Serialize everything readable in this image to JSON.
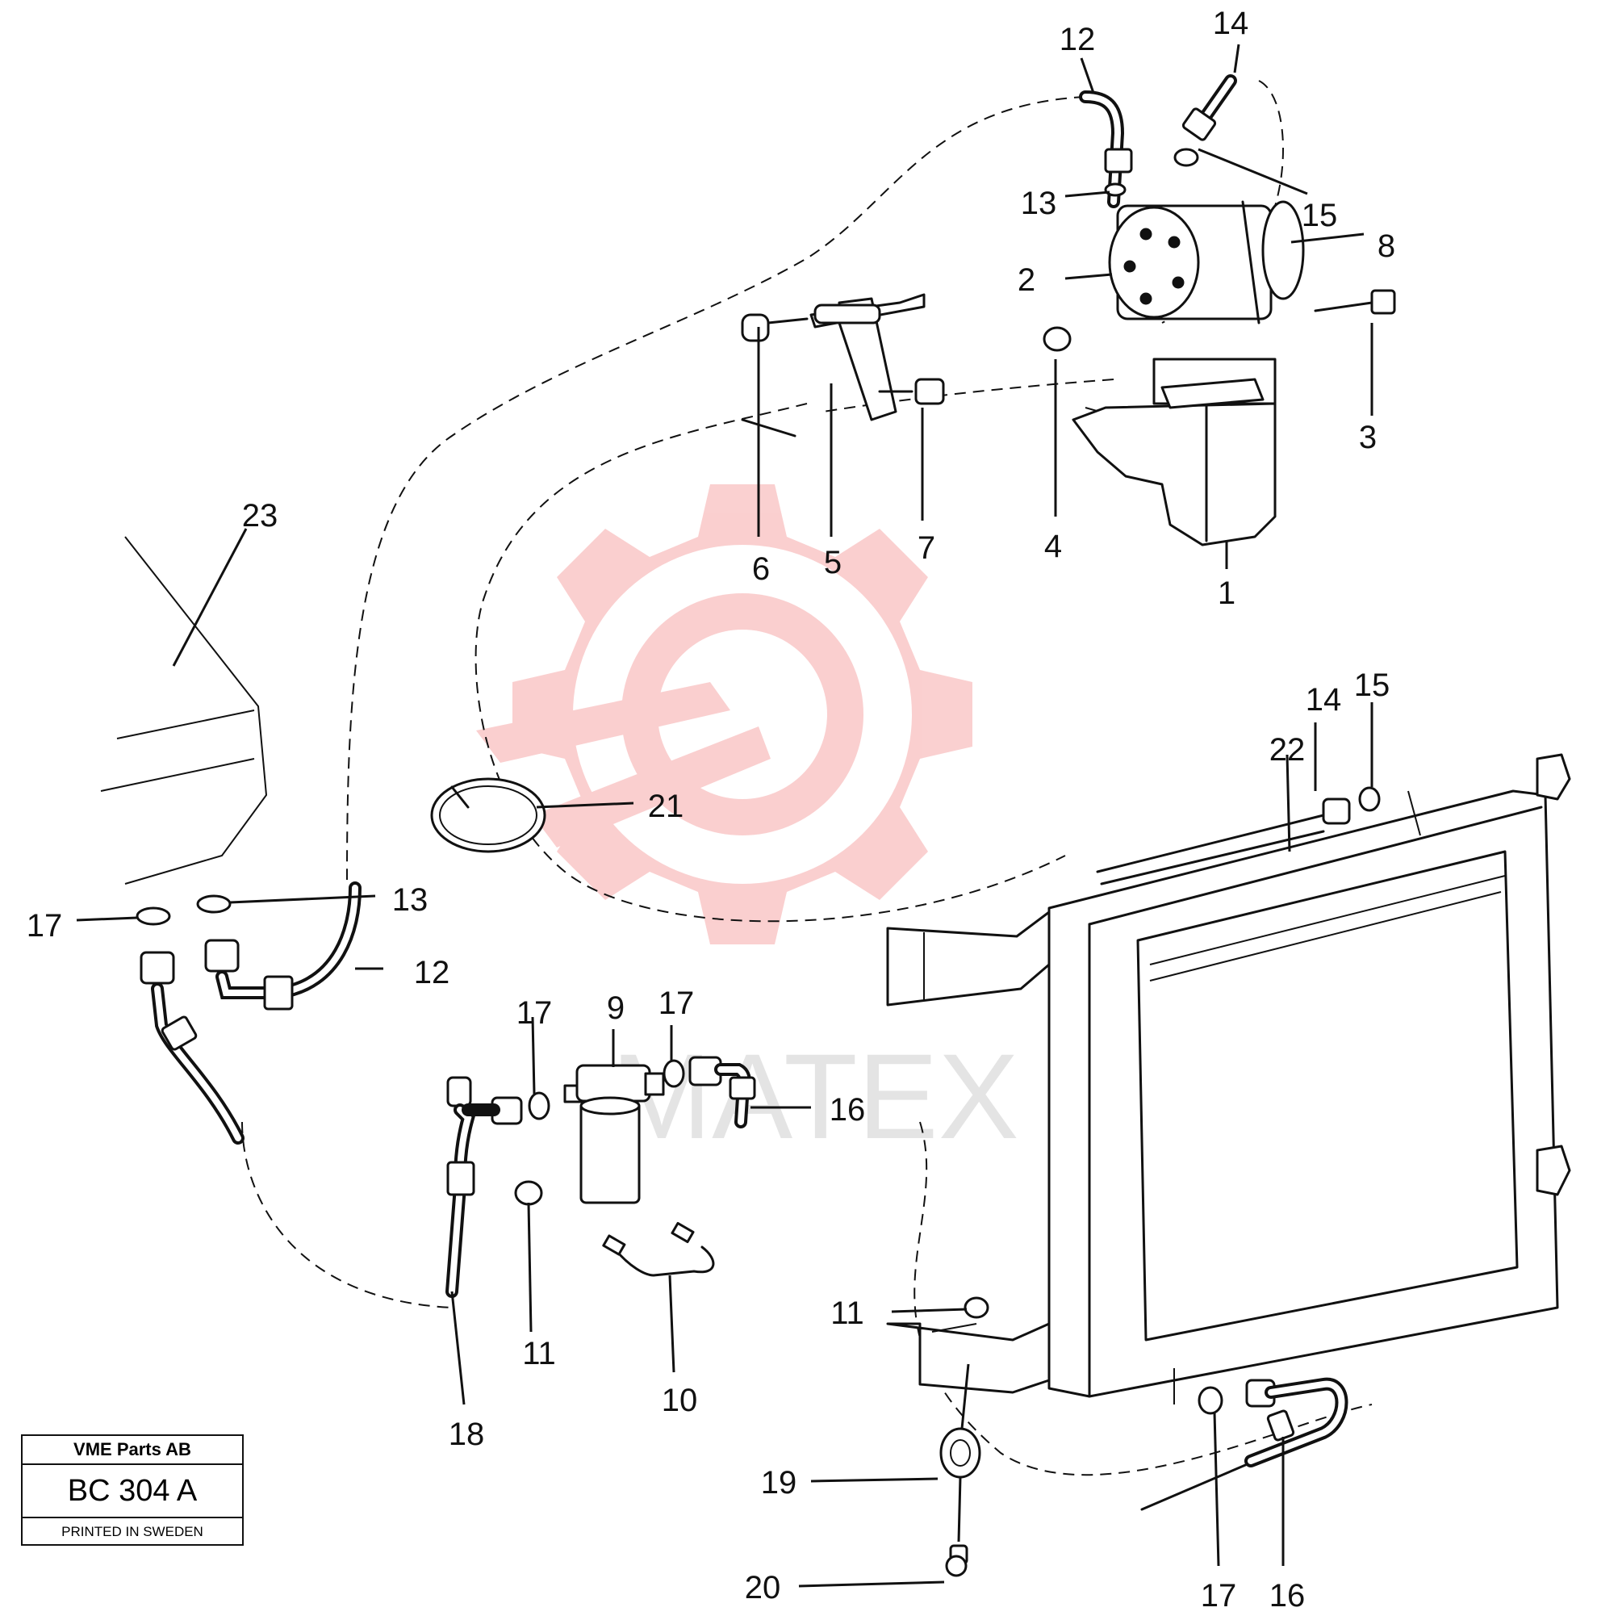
{
  "labels": [
    {
      "id": "lbl-12-top",
      "text": "12"
    },
    {
      "id": "lbl-14-top",
      "text": "14"
    },
    {
      "id": "lbl-13-top",
      "text": "13"
    },
    {
      "id": "lbl-15-top",
      "text": "15"
    },
    {
      "id": "lbl-8",
      "text": "8"
    },
    {
      "id": "lbl-2",
      "text": "2"
    },
    {
      "id": "lbl-3",
      "text": "3"
    },
    {
      "id": "lbl-4",
      "text": "4"
    },
    {
      "id": "lbl-1",
      "text": "1"
    },
    {
      "id": "lbl-6",
      "text": "6"
    },
    {
      "id": "lbl-5",
      "text": "5"
    },
    {
      "id": "lbl-7",
      "text": "7"
    },
    {
      "id": "lbl-23",
      "text": "23"
    },
    {
      "id": "lbl-21",
      "text": "21"
    },
    {
      "id": "lbl-22",
      "text": "22"
    },
    {
      "id": "lbl-14-mid",
      "text": "14"
    },
    {
      "id": "lbl-15-mid",
      "text": "15"
    },
    {
      "id": "lbl-17-left",
      "text": "17"
    },
    {
      "id": "lbl-13-left",
      "text": "13"
    },
    {
      "id": "lbl-12-left",
      "text": "12"
    },
    {
      "id": "lbl-17-a",
      "text": "17"
    },
    {
      "id": "lbl-9",
      "text": "9"
    },
    {
      "id": "lbl-17-b",
      "text": "17"
    },
    {
      "id": "lbl-16-mid",
      "text": "16"
    },
    {
      "id": "lbl-11-a",
      "text": "11"
    },
    {
      "id": "lbl-10",
      "text": "10"
    },
    {
      "id": "lbl-18",
      "text": "18"
    },
    {
      "id": "lbl-11-b",
      "text": "11"
    },
    {
      "id": "lbl-19",
      "text": "19"
    },
    {
      "id": "lbl-20",
      "text": "20"
    },
    {
      "id": "lbl-17-bottom",
      "text": "17"
    },
    {
      "id": "lbl-16-bottom",
      "text": "16"
    }
  ],
  "title_block": {
    "company": "VME Parts AB",
    "code": "BC 304 A",
    "printed": "PRINTED IN SWEDEN"
  },
  "watermark": {
    "text": "MATEX",
    "color": "#f4b6b6"
  }
}
